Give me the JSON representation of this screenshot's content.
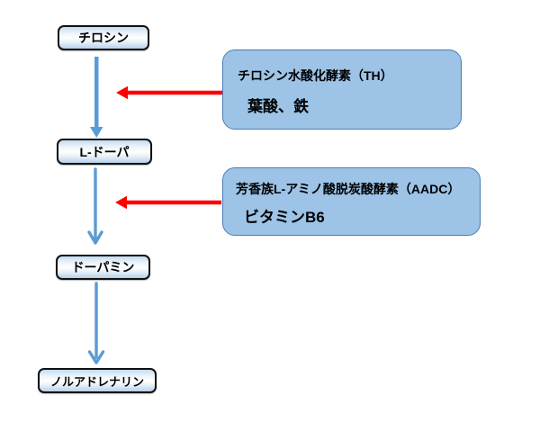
{
  "diagram": {
    "type": "flowchart",
    "background": "#ffffff",
    "nodes": [
      {
        "id": "tyrosine",
        "label": "チロシン"
      },
      {
        "id": "l-dopa",
        "label": "L-ドーパ"
      },
      {
        "id": "dopamine",
        "label": "ドーパミン"
      },
      {
        "id": "noradrenaline",
        "label": "ノルアドレナリン"
      }
    ],
    "edges": [
      {
        "from": "tyrosine",
        "to": "l-dopa",
        "style": "block-arrow",
        "color": "#5B9BD5"
      },
      {
        "from": "l-dopa",
        "to": "dopamine",
        "style": "open-arrow",
        "color": "#5B9BD5"
      },
      {
        "from": "dopamine",
        "to": "noradrenaline",
        "style": "open-arrow",
        "color": "#5B9BD5"
      }
    ],
    "annotations": [
      {
        "id": "th",
        "line1": "チロシン水酸化酵素（TH）",
        "line2": "葉酸、鉄",
        "arrow_target_edge": "tyrosine→l-dopa",
        "arrow_color": "#FF0000",
        "fill": "#9DC3E6",
        "border": "#4A7EBB"
      },
      {
        "id": "aadc",
        "line1": "芳香族L-アミノ酸脱炭酸酵素（AADC）",
        "line2": "ビタミンB6",
        "arrow_target_edge": "l-dopa→dopamine",
        "arrow_color": "#FF0000",
        "fill": "#9DC3E6",
        "border": "#4A7EBB"
      }
    ],
    "colors": {
      "flow_arrow": "#5B9BD5",
      "enzyme_arrow": "#FF0000",
      "annotation_fill": "#9DC3E6",
      "annotation_border": "#4A7EBB",
      "node_border": "#111111"
    }
  }
}
